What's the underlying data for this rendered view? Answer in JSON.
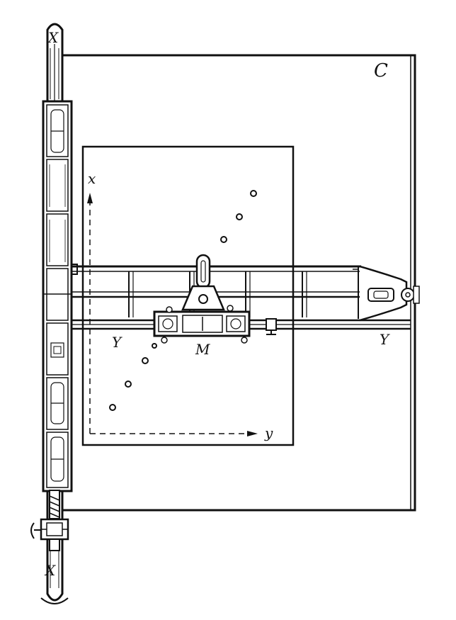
{
  "figure": {
    "labels": {
      "board": "C",
      "x_rail_top": "X",
      "x_rail_bottom": "X",
      "y_rail_left": "Y",
      "y_rail_right": "Y",
      "carriage": "M",
      "axis_x": "x",
      "axis_y": "y"
    },
    "plotted_points": 8,
    "colors": {
      "ink": "#111111",
      "paper": "#ffffff"
    }
  }
}
